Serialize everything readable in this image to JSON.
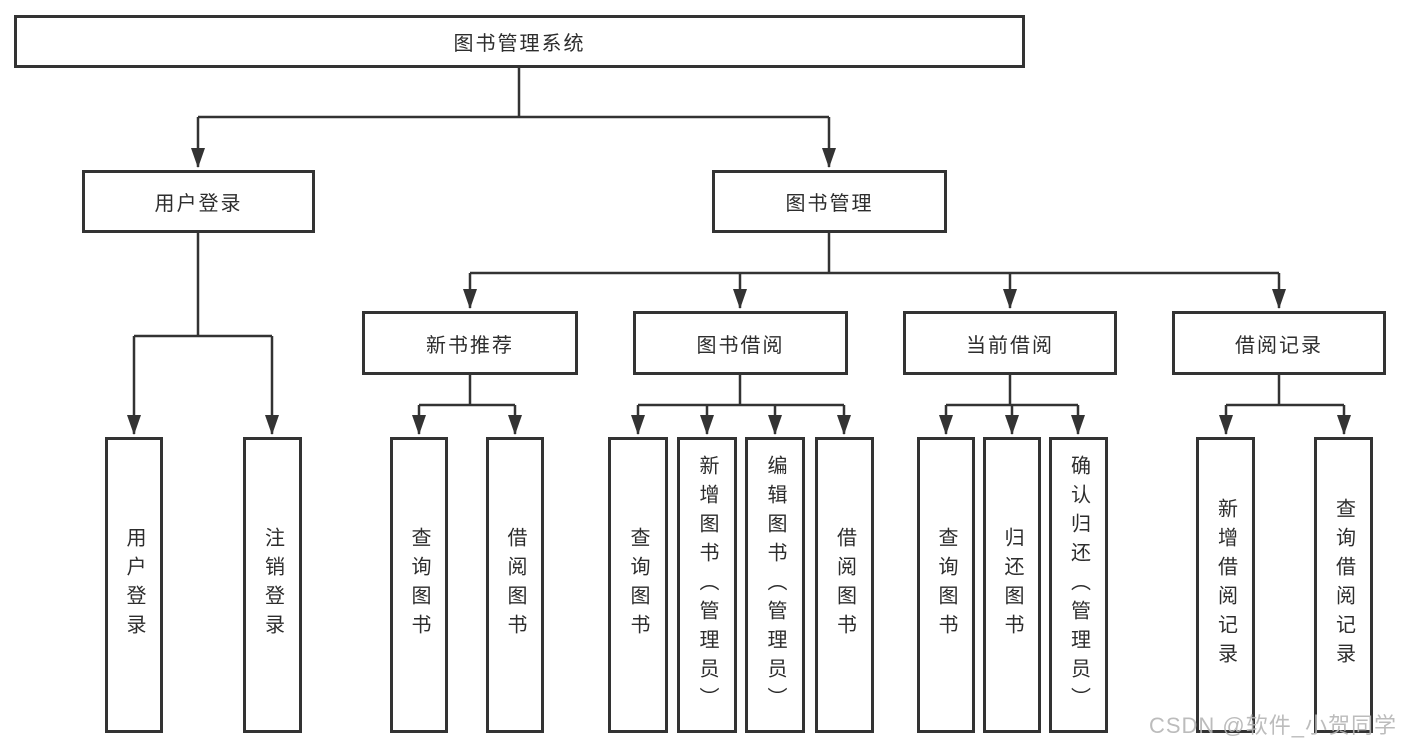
{
  "root": {
    "label": "图书管理系统"
  },
  "branches": [
    {
      "label": "用户登录",
      "children": [
        {
          "label": "用户登录"
        },
        {
          "label": "注销登录"
        }
      ]
    },
    {
      "label": "图书管理",
      "children": [
        {
          "label": "新书推荐",
          "children": [
            {
              "label": "查询图书"
            },
            {
              "label": "借阅图书"
            }
          ]
        },
        {
          "label": "图书借阅",
          "children": [
            {
              "label": "查询图书"
            },
            {
              "label": "新增图书（管理员）"
            },
            {
              "label": "编辑图书（管理员）"
            },
            {
              "label": "借阅图书"
            }
          ]
        },
        {
          "label": "当前借阅",
          "children": [
            {
              "label": "查询图书"
            },
            {
              "label": "归还图书"
            },
            {
              "label": "确认归还（管理员）"
            }
          ]
        },
        {
          "label": "借阅记录",
          "children": [
            {
              "label": "新增借阅记录"
            },
            {
              "label": "查询借阅记录"
            }
          ]
        }
      ]
    }
  ],
  "watermark": {
    "text": "CSDN @软件_小贺同学"
  },
  "colors": {
    "line": "#333333",
    "box_border": "#333333",
    "box_background": "#ffffff",
    "page_background": "#ffffff",
    "watermark": "#b5b5b5"
  }
}
